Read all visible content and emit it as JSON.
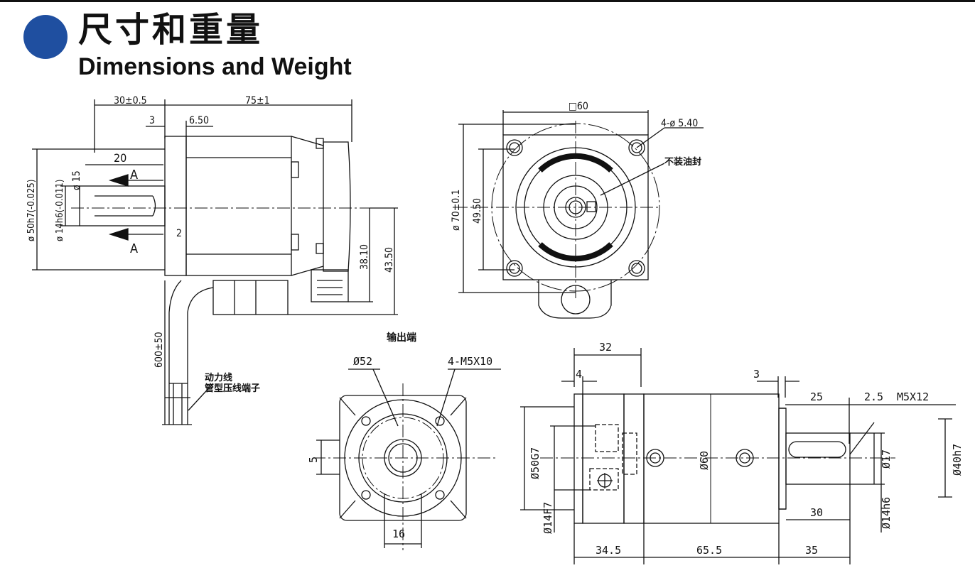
{
  "header": {
    "title_cn": "尺寸和重量",
    "title_en": "Dimensions and Weight"
  },
  "motor_side": {
    "dim_flange_len": "30±0.5",
    "dim_body_len": "75±1",
    "dim_3": "3",
    "dim_650": "6.50",
    "dim_20": "20",
    "dim_15": "ø 15",
    "dim_50h7": "ø 50h7(-0.025)",
    "dim_14h6": "ø 14h6(-0.011)",
    "section_a": "A",
    "dim_2": "2",
    "dim_3810": "38.10",
    "dim_4350": "43.50",
    "dim_cable": "600±50",
    "label_power": "动力线",
    "label_terminal": "管型压线端子"
  },
  "motor_front": {
    "dim_square": "□60",
    "dim_holes": "4-ø 5.40",
    "label_seal": "不装油封",
    "dim_70": "ø 70±0.1",
    "dim_4950": "49.50"
  },
  "gear_front": {
    "label_output": "输出端",
    "dim_52": "Ø52",
    "dim_holes": "4-M5X10",
    "dim_5": "5",
    "dim_16": "16"
  },
  "gear_side": {
    "dim_32": "32",
    "dim_4": "4",
    "dim_3": "3",
    "dim_25": "25",
    "dim_25b": "2.5",
    "dim_m5x12": "M5X12",
    "dim_50g7": "Ø50G7",
    "dim_60": "Ø60",
    "dim_17": "Ø17",
    "dim_40h7": "Ø40h7",
    "dim_14f7": "Ø14F7",
    "dim_30": "30",
    "dim_14h6": "Ø14h6",
    "dim_345": "34.5",
    "dim_655": "65.5",
    "dim_35": "35"
  }
}
